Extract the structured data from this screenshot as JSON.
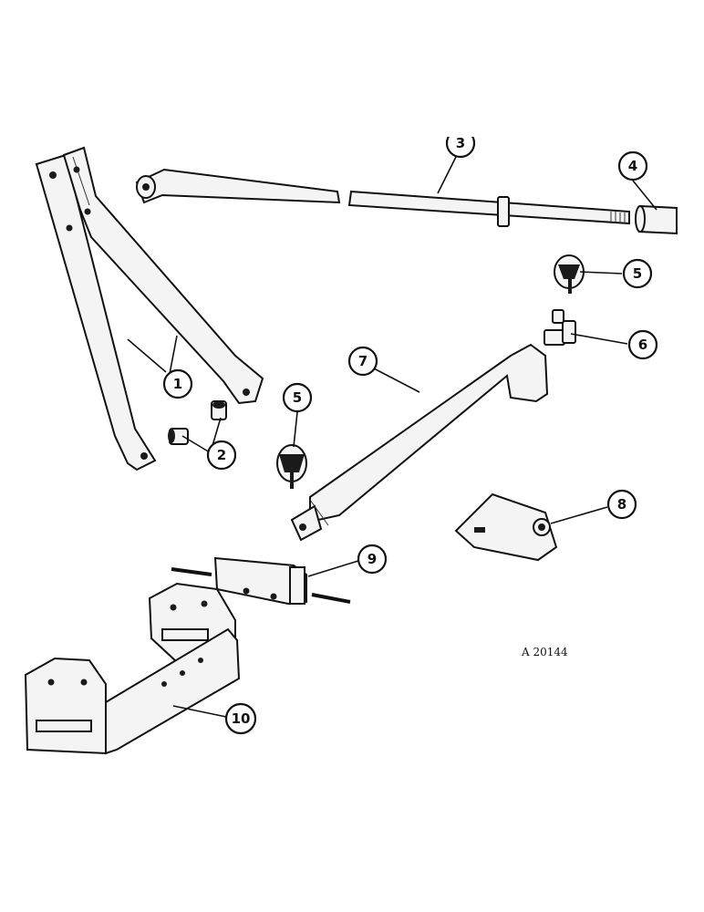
{
  "callouts": {
    "c1": "1",
    "c2": "2",
    "c3": "3",
    "c4": "4",
    "c5a": "5",
    "c5b": "5",
    "c6": "6",
    "c7": "7",
    "c8": "8",
    "c9": "9",
    "c10": "10"
  },
  "reference_code": "A 20144"
}
